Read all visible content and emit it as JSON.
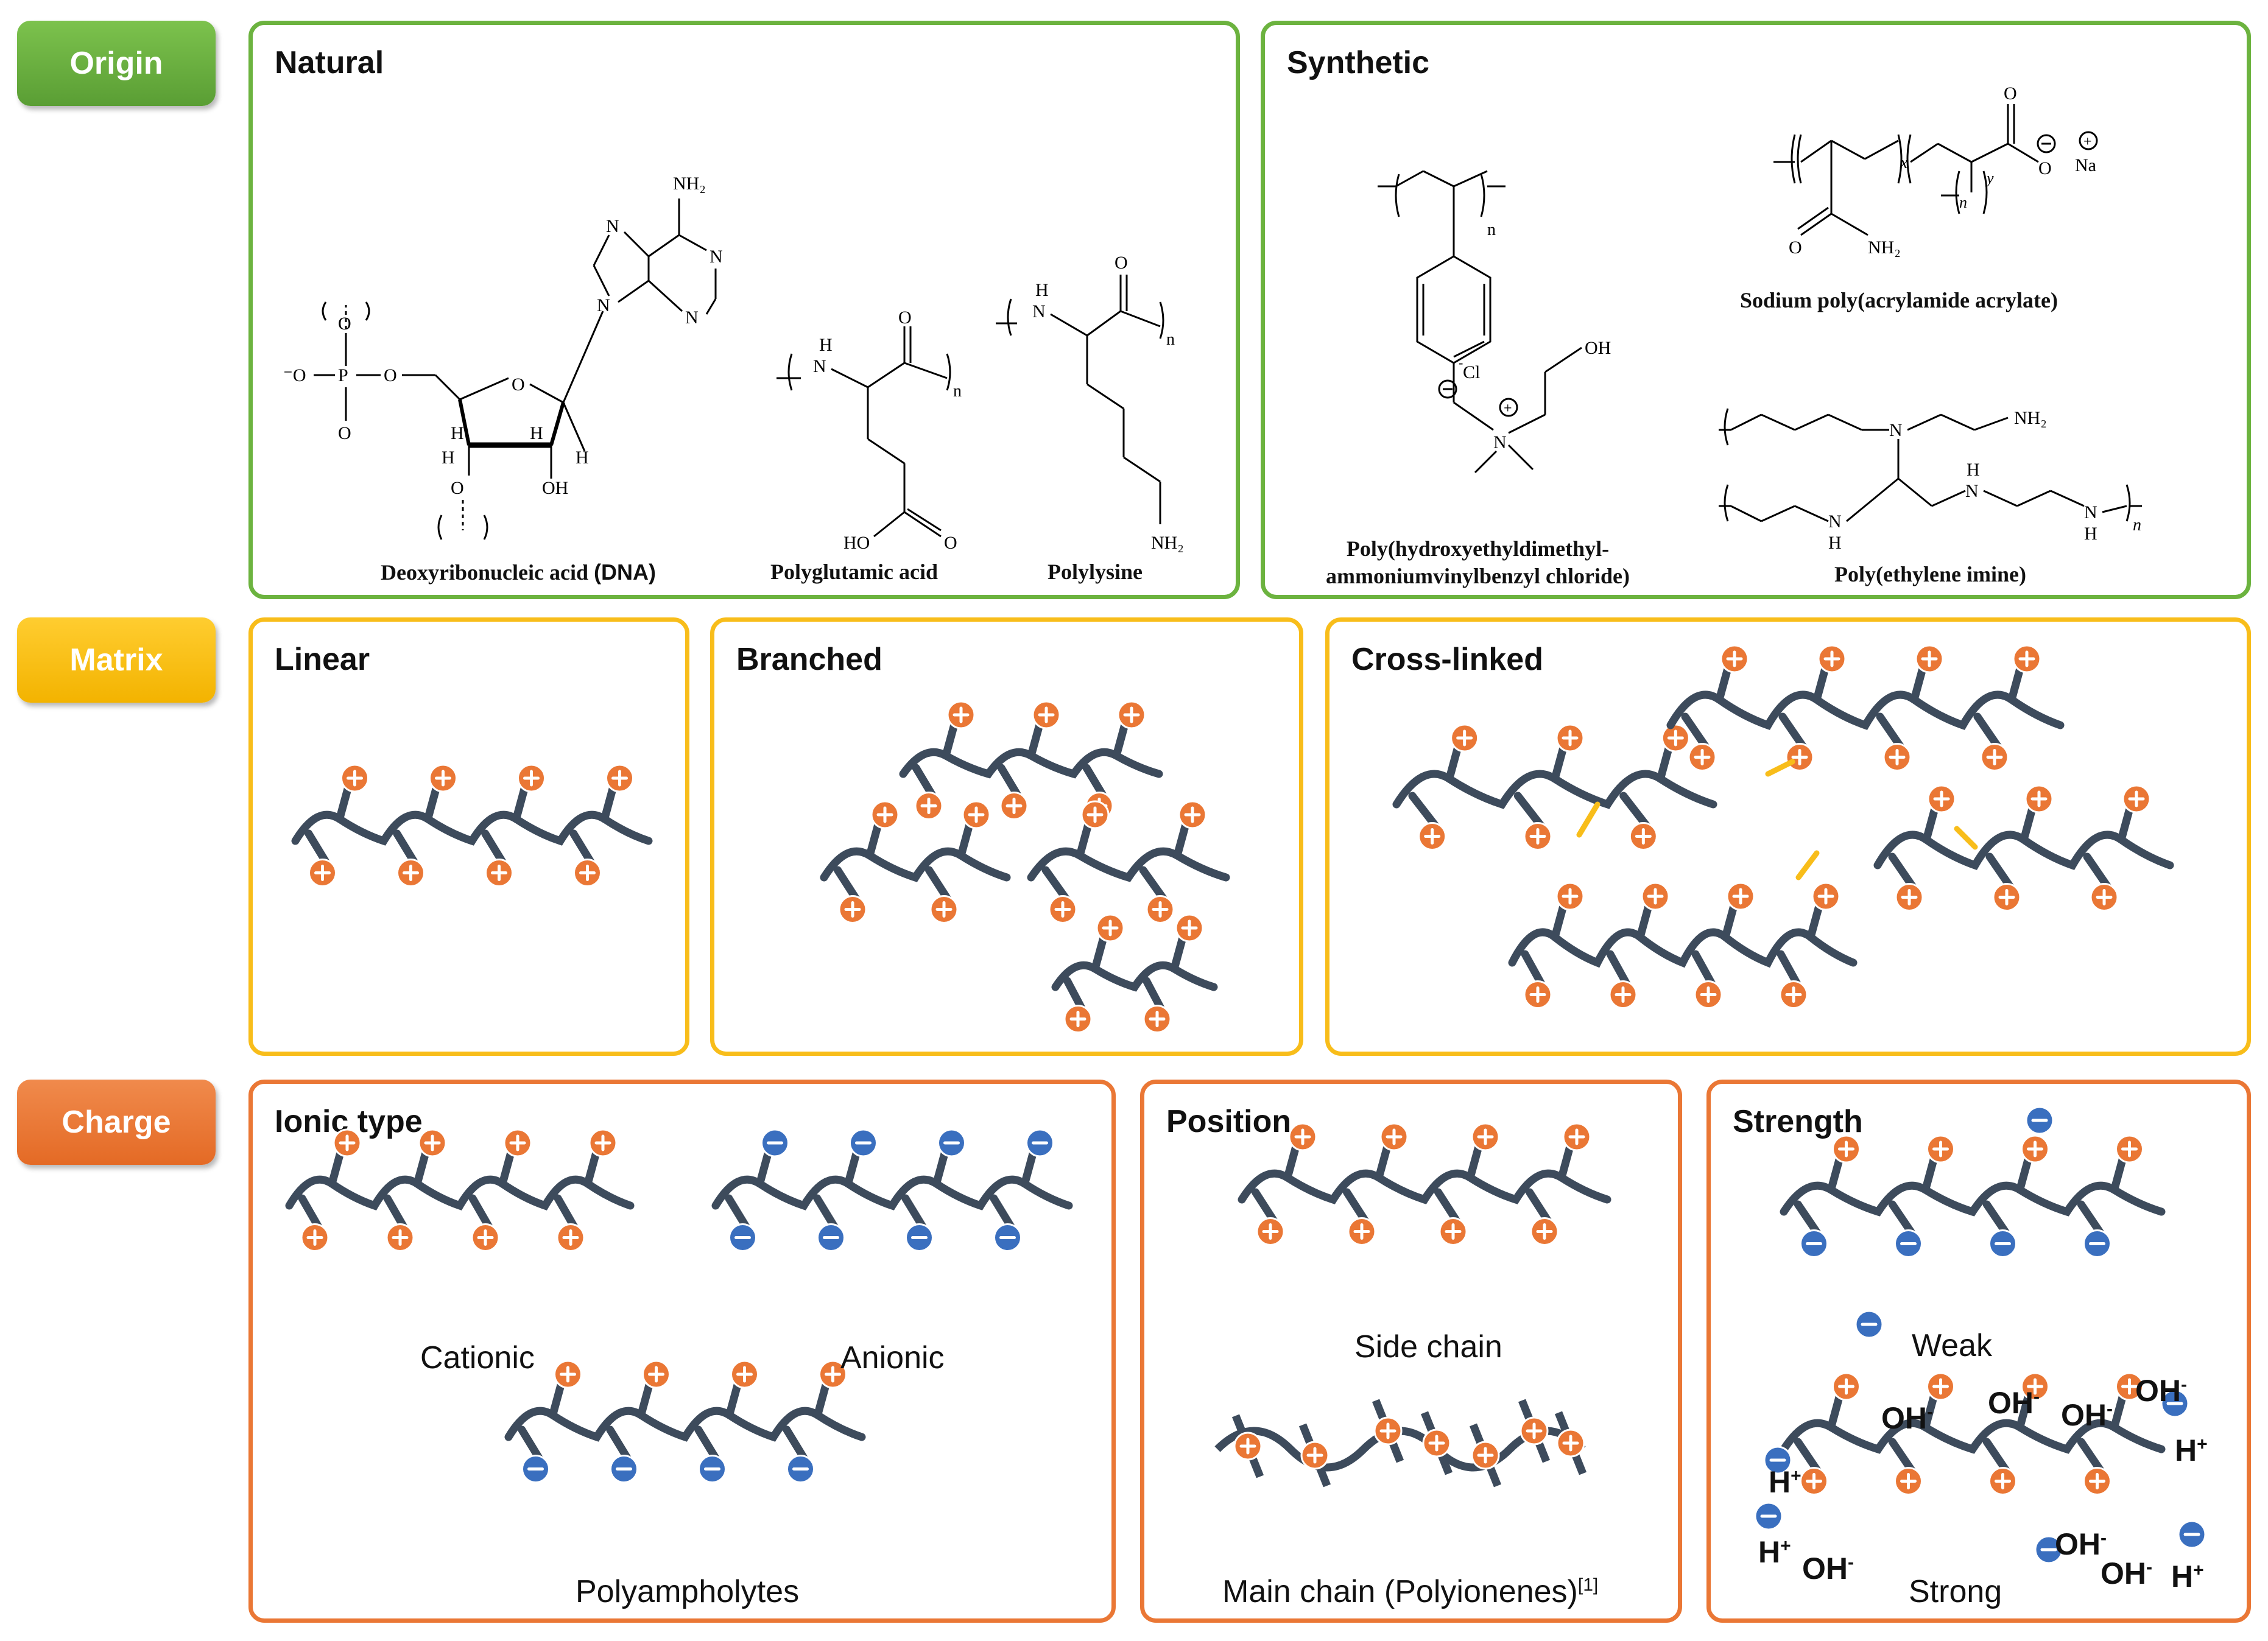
{
  "rows": {
    "origin": "Origin",
    "matrix": "Matrix",
    "charge": "Charge"
  },
  "colors": {
    "origin": "#6cb33f",
    "matrix": "#f8bd1a",
    "charge": "#ea7735",
    "chain": "#3d4b5c",
    "cation": "#ea7735",
    "anion": "#3a6fbf",
    "crosslink": "#f8bd1a"
  },
  "origin": {
    "natural": {
      "title": "Natural",
      "dna_label": "Deoxyribonucleic acid",
      "dna_abbr": "(DNA)",
      "glutamic_label": "Polyglutamic acid",
      "lysine_label": "Polylysine"
    },
    "synthetic": {
      "title": "Synthetic",
      "pvb_label_1": "Poly(hydroxyethyldimethyl-",
      "pvb_label_2": "ammoniumvinylbenzyl chloride)",
      "spa_label": "Sodium poly(acrylamide acrylate)",
      "pei_label": "Poly(ethylene imine)"
    }
  },
  "matrix": {
    "linear": "Linear",
    "branched": "Branched",
    "crosslinked": "Cross-linked"
  },
  "charge": {
    "ionic_type": {
      "title": "Ionic type",
      "cationic": "Cationic",
      "anionic": "Anionic",
      "polyampholytes": "Polyampholytes"
    },
    "position": {
      "title": "Position",
      "side_chain": "Side chain",
      "main_chain": "Main chain (Polyionenes)",
      "main_chain_ref": "[1]"
    },
    "strength": {
      "title": "Strength",
      "weak": "Weak",
      "strong": "Strong",
      "oh": "OH",
      "oh_sup": "-",
      "h": "H",
      "h_sup": "+"
    }
  }
}
